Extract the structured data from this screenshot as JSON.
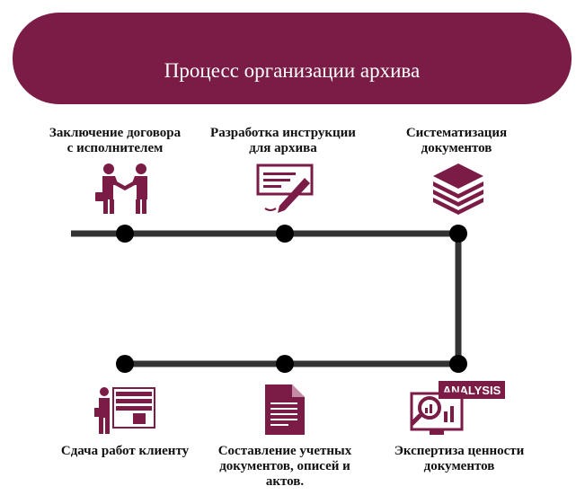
{
  "title": "Процесс организации архива",
  "colors": {
    "banner": "#7b1c47",
    "icon": "#7b1c47",
    "line": "#333333",
    "node": "#000000"
  },
  "steps_top": [
    {
      "label_line1": "Заключение договора",
      "label_line2": "с исполнителем",
      "icon": "handshake-icon"
    },
    {
      "label_line1": "Разработка инструкции",
      "label_line2": "для архива",
      "icon": "document-signing-icon"
    },
    {
      "label_line1": "Систематизация",
      "label_line2": "документов",
      "icon": "stack-icon"
    }
  ],
  "steps_bottom": [
    {
      "label_line1": "Сдача работ клиенту",
      "icon": "archive-handover-icon"
    },
    {
      "label_line1": "Составление учетных",
      "label_line2": "документов, описей и",
      "label_line3": "актов.",
      "icon": "document-icon"
    },
    {
      "label_line1": "Экспертиза ценности",
      "label_line2": "документов",
      "icon": "analysis-icon",
      "badge": "ANALYSIS"
    }
  ]
}
